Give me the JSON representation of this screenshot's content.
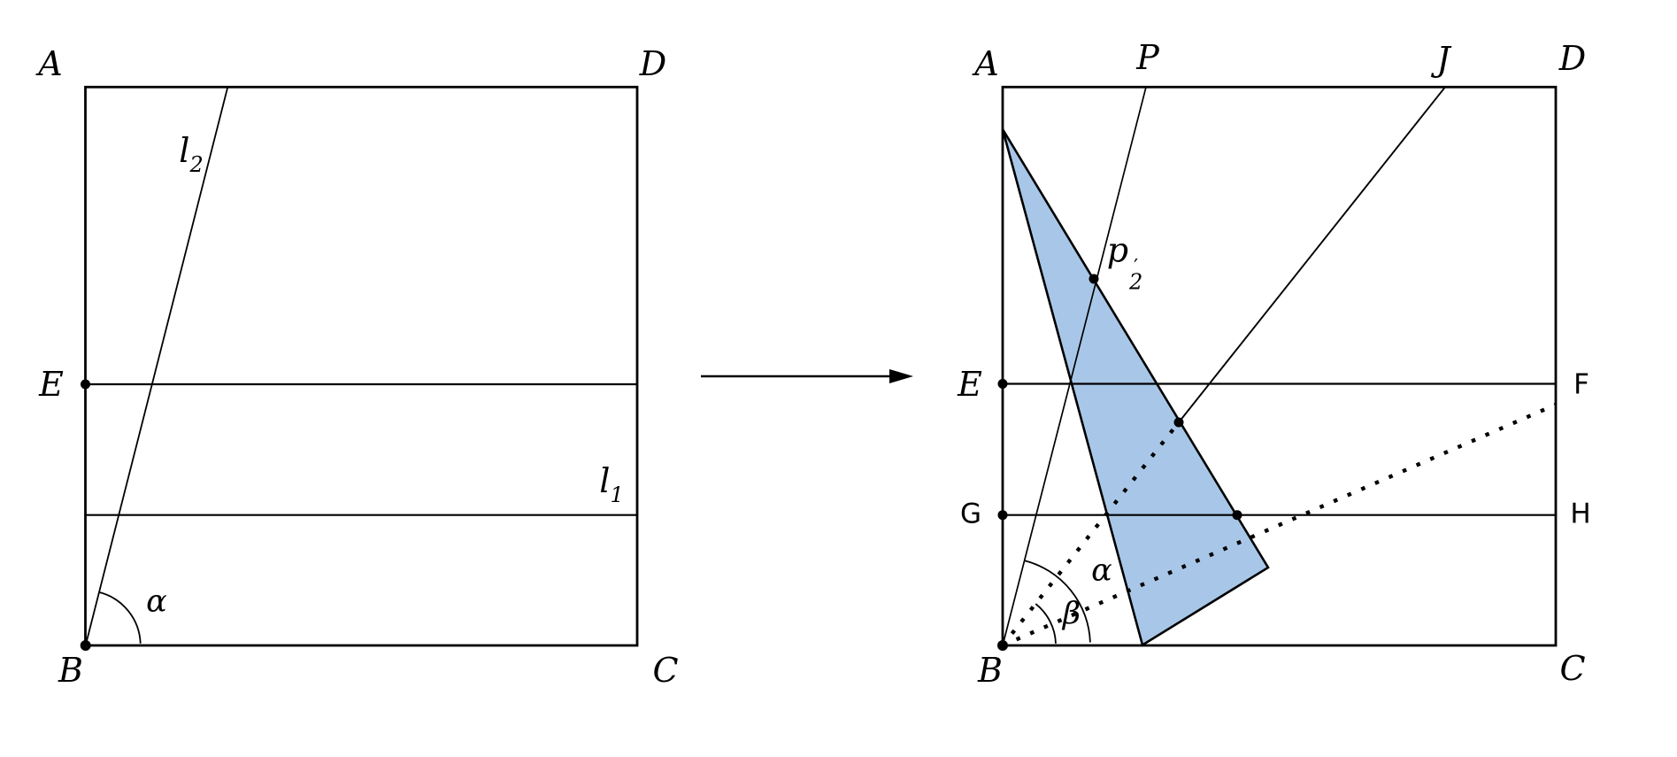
{
  "figure": {
    "description_labels_only": true,
    "colors": {
      "highlight_fill": "#a8c7e8",
      "line": "#000000"
    },
    "left_diagram": {
      "labels": {
        "A": "A",
        "B": "B",
        "C": "C",
        "D": "D",
        "E": "E",
        "alpha": "α"
      },
      "line_labels": {
        "l1": {
          "base": "l",
          "sub": "1"
        },
        "l2": {
          "base": "l",
          "sub": "2"
        }
      }
    },
    "right_diagram": {
      "labels": {
        "A": "A",
        "B": "B",
        "C": "C",
        "D": "D",
        "P": "P",
        "J": "J",
        "E": "E",
        "F": "F",
        "G": "G",
        "H": "H",
        "alpha": "α",
        "beta": "β"
      },
      "point_labels": {
        "p2_prime": {
          "base": "p",
          "prime": "′",
          "sub": "2"
        }
      }
    }
  }
}
